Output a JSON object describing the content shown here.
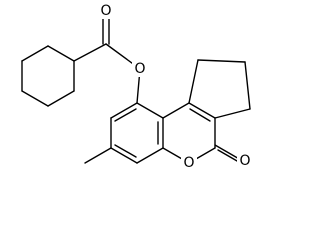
{
  "molecule": {
    "atoms": {
      "ester_carbonyl_o": "O",
      "ester_o": "O",
      "ring_o": "O",
      "lactone_carbonyl_o": "O"
    },
    "colors": {
      "bond": "#000000",
      "label": "#000000",
      "background": "#ffffff"
    }
  }
}
